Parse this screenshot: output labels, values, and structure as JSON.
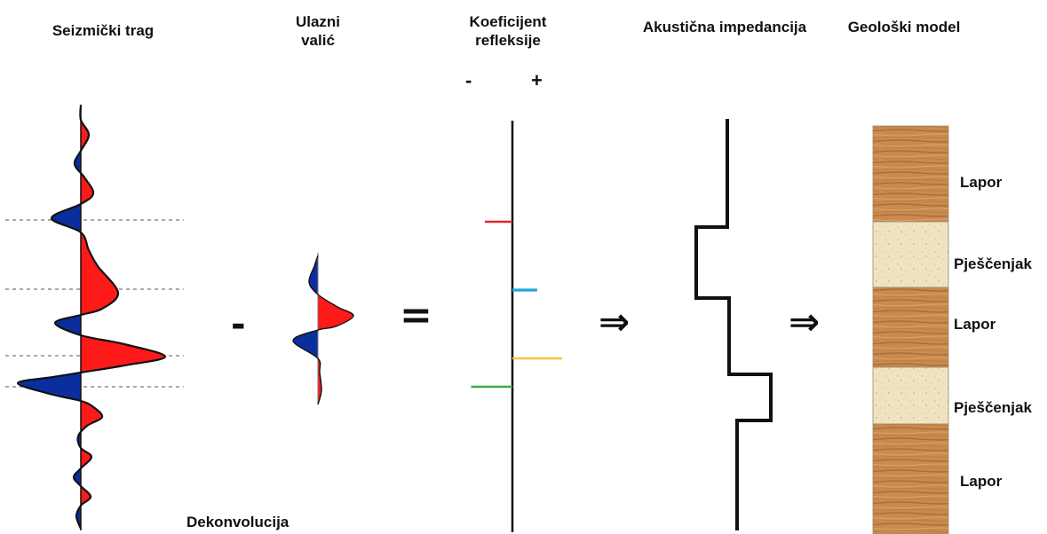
{
  "titles": {
    "seismic_trace": "Seizmički trag",
    "input_wavelet": "Ulazni\nvalić",
    "reflection_coefficient": "Koeficijent\nrefleksije",
    "acoustic_impedance": "Akustična impedancija",
    "geological_model": "Geološki model"
  },
  "polarity": {
    "negative": "-",
    "positive": "+"
  },
  "operators": {
    "minus": "-",
    "equals": "=",
    "arrow": "⇒"
  },
  "footer": {
    "process": "Dekonvolucija"
  },
  "colors": {
    "trough_fill": "#0b2e9e",
    "peak_fill": "#ff1a1a",
    "outline": "#111111",
    "dashed_guides": "#555555",
    "rc_red": "#e0262b",
    "rc_cyan": "#21a6d6",
    "rc_yellow": "#f4c542",
    "rc_green": "#3aa84a",
    "marl": "#c98a4e",
    "sandstone": "#efe3c1"
  },
  "reflection_coefficients": [
    {
      "polarity": "negative",
      "color": "rc_red",
      "magnitude": 0.5
    },
    {
      "polarity": "positive",
      "color": "rc_cyan",
      "magnitude": 0.45
    },
    {
      "polarity": "positive",
      "color": "rc_yellow",
      "magnitude": 0.9
    },
    {
      "polarity": "negative",
      "color": "rc_green",
      "magnitude": 0.75
    }
  ],
  "geological_layers": [
    {
      "name": "Lapor",
      "type": "marl"
    },
    {
      "name": "Pješčenjak",
      "type": "sandstone"
    },
    {
      "name": "Lapor",
      "type": "marl"
    },
    {
      "name": "Pješčenjak",
      "type": "sandstone"
    },
    {
      "name": "Lapor",
      "type": "marl"
    }
  ]
}
